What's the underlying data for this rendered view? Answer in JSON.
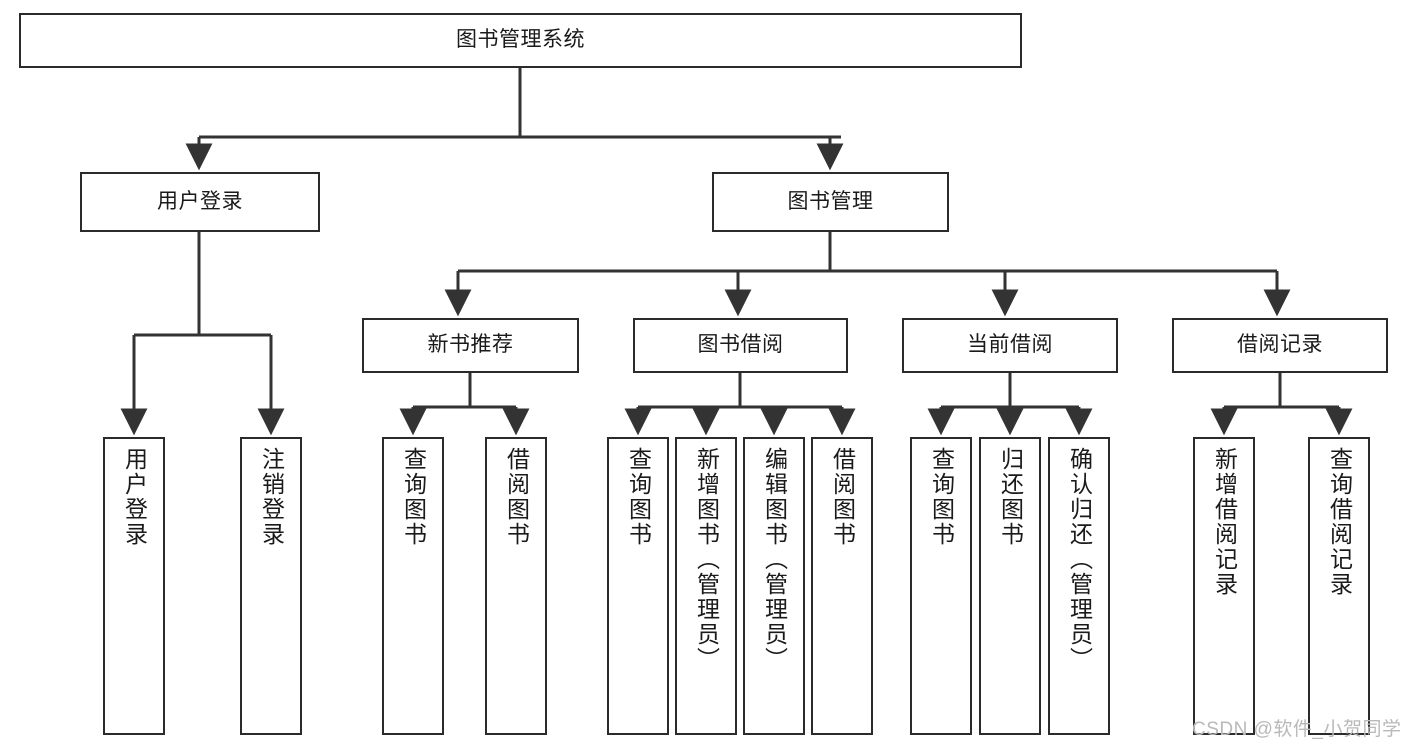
{
  "diagram": {
    "title": "图书管理系统",
    "type": "tree-hierarchy-diagram",
    "colors": {
      "box_border": "#2b2b2b",
      "box_fill": "#ffffff",
      "connector": "#333333",
      "text": "#1a1a1a",
      "watermark": "#b9b9b9",
      "background": "#ffffff"
    },
    "root": {
      "label": "图书管理系统"
    },
    "level2": [
      {
        "label": "用户登录"
      },
      {
        "label": "图书管理"
      }
    ],
    "level3": [
      {
        "label": "新书推荐"
      },
      {
        "label": "图书借阅"
      },
      {
        "label": "当前借阅"
      },
      {
        "label": "借阅记录"
      }
    ],
    "leaves": {
      "user_login": [
        {
          "label": "用户登录"
        },
        {
          "label": "注销登录"
        }
      ],
      "new_book_recommend": [
        {
          "label": "查询图书"
        },
        {
          "label": "借阅图书"
        }
      ],
      "book_borrow": [
        {
          "label": "查询图书"
        },
        {
          "label": "新增图书（管理员）"
        },
        {
          "label": "编辑图书（管理员）"
        },
        {
          "label": "借阅图书"
        }
      ],
      "current_borrow": [
        {
          "label": "查询图书"
        },
        {
          "label": "归还图书"
        },
        {
          "label": "确认归还（管理员）"
        }
      ],
      "borrow_record": [
        {
          "label": "新增借阅记录"
        },
        {
          "label": "查询借阅记录"
        }
      ]
    },
    "watermark": "CSDN @软件_小贺同学"
  }
}
